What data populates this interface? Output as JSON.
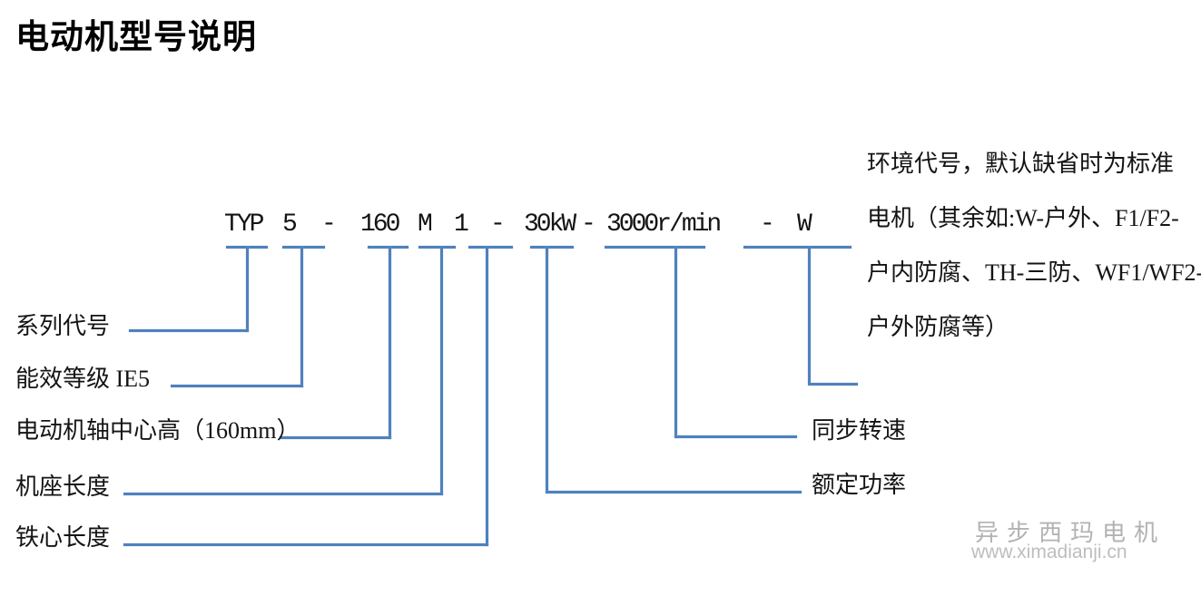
{
  "title": "电动机型号说明",
  "model_code": {
    "full": "TYP 5 - 160 M 1 - 30kW - 3000r/min - W",
    "segments": [
      "TYP",
      "5",
      "-",
      "160",
      "M",
      "1",
      "-",
      "30kW",
      "-",
      "3000r/min",
      "-",
      "W"
    ]
  },
  "labels": {
    "series_code": "系列代号",
    "efficiency_grade": "能效等级 IE5",
    "shaft_center_height": "电动机轴中心高（160mm）",
    "frame_length": "机座长度",
    "core_length": "铁心长度",
    "sync_speed": "同步转速",
    "rated_power": "额定功率"
  },
  "environment_note": {
    "lines": [
      "环境代号，默认缺省时为标准",
      "电机（其余如:W-户外、F1/F2-",
      "户内防腐、TH-三防、WF1/WF2-",
      "户外防腐等）"
    ]
  },
  "watermark": {
    "brand": "异步西玛电机",
    "website": "www.ximadianji.cn"
  },
  "colors": {
    "connector_blue": "#4f81bd",
    "text_black": "#141414",
    "watermark_gray": "#b2b2b2"
  }
}
